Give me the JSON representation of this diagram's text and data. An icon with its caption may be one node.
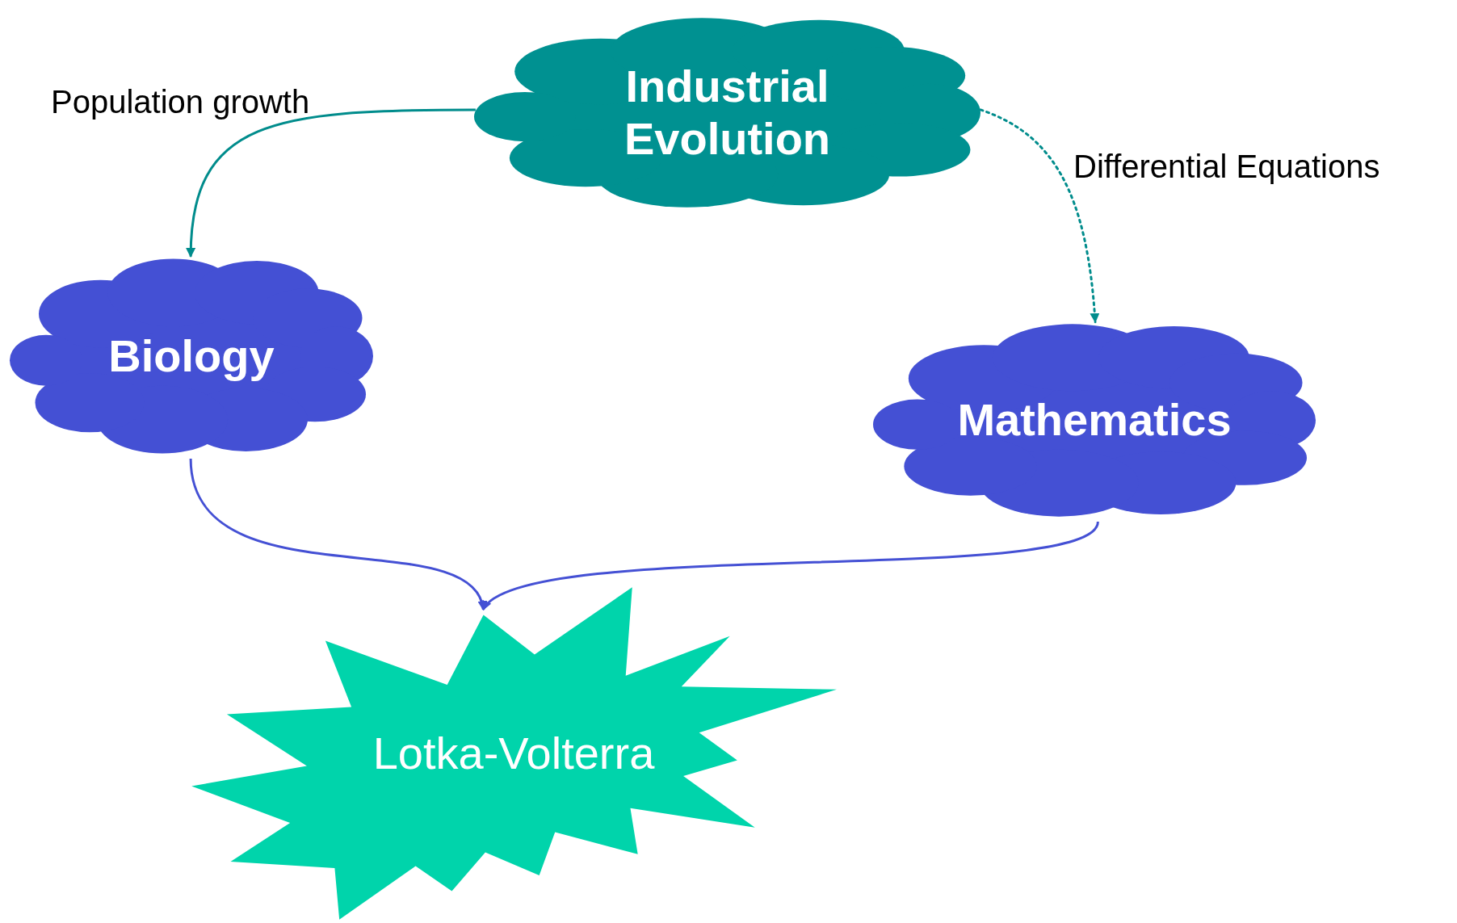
{
  "diagram": {
    "nodes": [
      {
        "text": [
          "Industrial Evolution"
        ]
      },
      {
        "text": [
          "Biology"
        ]
      },
      {
        "text": [
          "Mathematics"
        ]
      },
      {
        "text": [
          "Lotka-Volterra"
        ]
      }
    ],
    "edges": [
      {
        "from": 0,
        "to": 1,
        "arrow": "to",
        "label": "Population growth",
        "color": "#008c8c"
      },
      {
        "from": 0,
        "to": 2,
        "arrow": "to",
        "label": "Differential Equations",
        "style": "dashed",
        "color": "#008c8c"
      },
      {
        "from": 1,
        "to": 3,
        "arrow": "to",
        "color": "#4450d4"
      },
      {
        "from": 2,
        "to": 3,
        "arrow": "to",
        "color": "#4450d4"
      }
    ]
  }
}
